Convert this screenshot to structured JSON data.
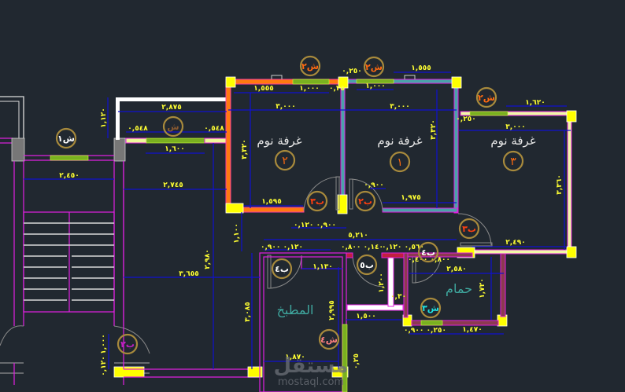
{
  "rooms": {
    "bedroom": "غرفة نوم",
    "kitchen": "المطبخ",
    "bathroom": "حمام"
  },
  "tags": {
    "w1": "ش١",
    "w2a": "ش٢",
    "w2b": "ش٢",
    "w2c": "ش٢",
    "w_corr": "ش",
    "r2": "٢",
    "r1": "١",
    "r3": "٣",
    "d3a": "ب٣",
    "d2a": "ب٢",
    "d3b": "ب٣",
    "d4a": "ب٤",
    "d5": "ب٥",
    "d4b": "ب٤",
    "w3": "ش٣",
    "d2b": "ب٢",
    "w4": "ش٤"
  },
  "colors": {
    "background": "#212830",
    "dimension_text": "#ffff33",
    "dimension_line": "#1010d0",
    "column": "#ffff00"
  },
  "dims": {
    "a1": "١,٥٥٥",
    "a2": "١,٠٠٠",
    "a3": "٠,٢٥",
    "a4": "٣,٠٠٠",
    "a5": "٣,٠٠٠",
    "a6": "١,٥٥٥",
    "a7": "١,٠٠٠",
    "a8": "٠,٢٥٠",
    "a9": "١,٦٢٠",
    "a10": "٣,٠٠٠",
    "a11": "٠,٢٥٠",
    "v1": "٣,٣٢٠",
    "v2": "٣,٣٢٠",
    "v3": "٣,٣٦٠",
    "b1": "١,٥٩٥",
    "b2": "١,٩٧٥",
    "b3": "٠,٩٠٠  ٠,١٢٠",
    "b4": "٠,٩٠٠",
    "c1": "٢,٨٧٥",
    "c2": "٠,٥٤٨",
    "c3": "٠,٥٤٨",
    "c4": "١,٦٠٠",
    "c5": "٢,٧٤٥",
    "c6": "١,١٢٠",
    "c7": "٢,٤٥٠",
    "c8": "٣,٦٥٥",
    "c9": "٢,٩٨٠",
    "c10": "١,١٠٠",
    "e1": "٥,٢١٠",
    "e2": "٠,١٢٠ ٠,٩٠٠",
    "e3": "١,١٣٠",
    "e4": "٠,١٤٠ ٠,٨٠٠",
    "e5": "٠,٥٦٠ ٠,١٢٠",
    "e6": "٠,٨٠٠ ٠,٤٠٠",
    "e7": "٢,٥٨٠",
    "e8": "٢,٤٩٠",
    "e9": "١,٧٢٠",
    "e10": "١,٢٠٠",
    "e11": "٠,٣٠",
    "e12": "١,٥٠٠",
    "e13": "٠,٢٥٠ ٠,٩٠٠",
    "e14": "١,٤٧٠",
    "e15": "٣,٠٨٥",
    "e16": "٢,٩٩٥",
    "e17": "١,٨٧٠",
    "e18": "٠,٢٥",
    "e19": "١,٠٠٠",
    "e20": "٠,١٢٠"
  },
  "watermark": {
    "arabic": "مستقل",
    "latin": "mostaql.com"
  }
}
